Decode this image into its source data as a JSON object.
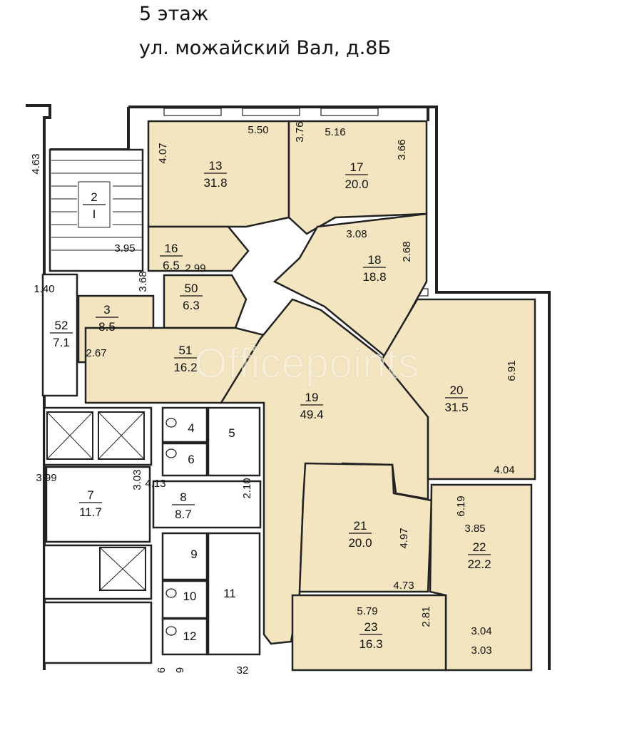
{
  "header": {
    "floor": "5 этаж",
    "address": "ул. можайский Вал, д.8Б"
  },
  "watermark": "Officepoints",
  "colors": {
    "rented_fill": "#f2e5bf",
    "wall": "#222222",
    "background": "#ffffff"
  },
  "rooms": [
    {
      "num": "13",
      "area": "31.8",
      "highlighted": true
    },
    {
      "num": "17",
      "area": "20.0",
      "highlighted": true
    },
    {
      "num": "16",
      "area": "6.5",
      "highlighted": true
    },
    {
      "num": "18",
      "area": "18.8",
      "highlighted": true
    },
    {
      "num": "50",
      "area": "6.3",
      "highlighted": true
    },
    {
      "num": "3",
      "area": "8.5",
      "highlighted": true
    },
    {
      "num": "52",
      "area": "7.1",
      "highlighted": false
    },
    {
      "num": "51",
      "area": "16.2",
      "highlighted": true
    },
    {
      "num": "19",
      "area": "49.4",
      "highlighted": true
    },
    {
      "num": "20",
      "area": "31.5",
      "highlighted": true
    },
    {
      "num": "21",
      "area": "20.0",
      "highlighted": true
    },
    {
      "num": "22",
      "area": "22.2",
      "highlighted": true
    },
    {
      "num": "23",
      "area": "16.3",
      "highlighted": true
    },
    {
      "num": "7",
      "area": "11.7",
      "highlighted": false
    },
    {
      "num": "8",
      "area": "8.7",
      "highlighted": false
    },
    {
      "num": "2",
      "area": "I",
      "highlighted": false
    }
  ],
  "unnumbered_rooms": [
    "4",
    "5",
    "6",
    "9",
    "10",
    "11",
    "12"
  ],
  "dimensions": [
    "5.50",
    "3.76",
    "5.16",
    "3.66",
    "4.07",
    "4.63",
    "3.95",
    "2.99",
    "3.08",
    "2.68",
    "1.40",
    "3.68",
    "2.67",
    "6.91",
    "4.04",
    "3.99",
    "3.03",
    "4.13",
    "2.10",
    "6.19",
    "3.85",
    "4.97",
    "4.73",
    "5.79",
    "2.81",
    "3.04",
    "3.03"
  ],
  "edge_labels": [
    "9",
    "6",
    "32"
  ]
}
